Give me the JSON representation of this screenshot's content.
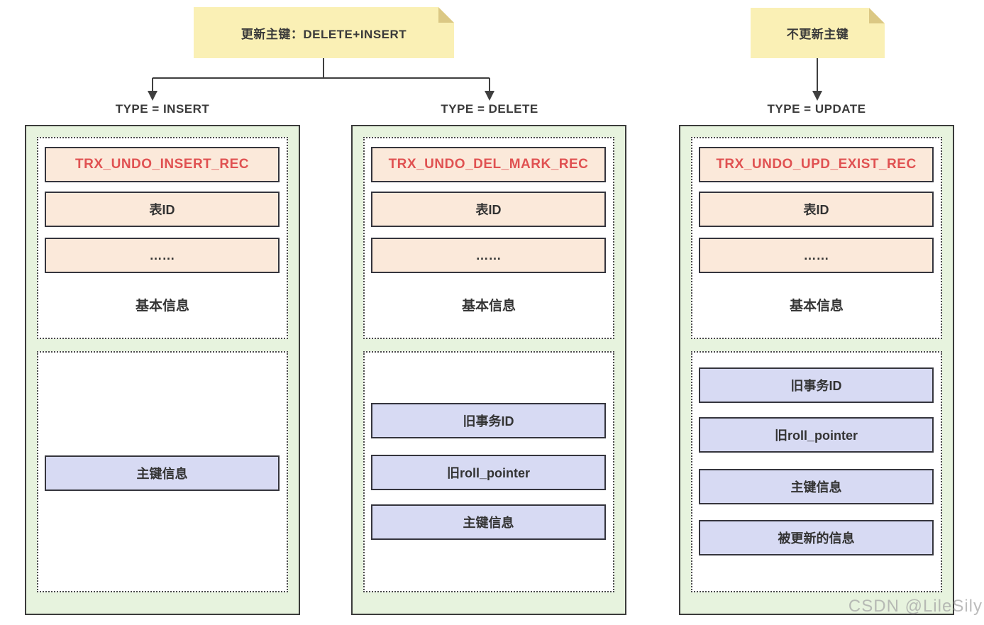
{
  "notes": {
    "update_pk": "更新主键：DELETE+INSERT",
    "keep_pk": "不更新主键"
  },
  "columns": [
    {
      "title": "TYPE = INSERT",
      "record_type": "TRX_UNDO_INSERT_REC",
      "basic_rows": [
        "表ID",
        "……"
      ],
      "basic_label": "基本信息",
      "key_rows": [
        "主键信息"
      ]
    },
    {
      "title": "TYPE = DELETE",
      "record_type": "TRX_UNDO_DEL_MARK_REC",
      "basic_rows": [
        "表ID",
        "……"
      ],
      "basic_label": "基本信息",
      "key_rows": [
        "旧事务ID",
        "旧roll_pointer",
        "主键信息"
      ]
    },
    {
      "title": "TYPE = UPDATE",
      "record_type": "TRX_UNDO_UPD_EXIST_REC",
      "basic_rows": [
        "表ID",
        "……"
      ],
      "basic_label": "基本信息",
      "key_rows": [
        "旧事务ID",
        "旧roll_pointer",
        "主键信息",
        "被更新的信息"
      ]
    }
  ],
  "watermark": "CSDN @LileSily",
  "colors": {
    "note_fill": "#faf0b5",
    "note_fold": "#dbc884",
    "panel_fill": "#e7f3de",
    "basic_cell_fill": "#fbe9da",
    "key_cell_fill": "#d7daf3",
    "record_text": "#e05252",
    "box_border": "#3b3b3b",
    "connector": "#3f3f3f"
  }
}
